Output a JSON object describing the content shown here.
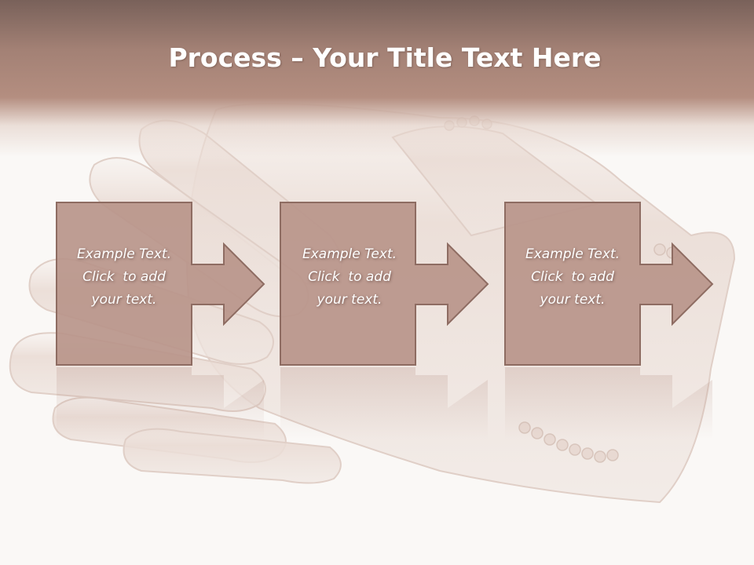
{
  "title": {
    "bold": "Process",
    "rest": " – Your Title Text Here"
  },
  "colors": {
    "box_fill": "#b9958a",
    "box_stroke": "#8e6c62",
    "header_dark": "#79615a",
    "header_mid": "#b48e80"
  },
  "steps": [
    {
      "line1": "Example Text.",
      "line2": "Click  to add",
      "line3": "your text."
    },
    {
      "line1": "Example Text.",
      "line2": "Click  to add",
      "line3": "your text."
    },
    {
      "line1": "Example Text.",
      "line2": "Click  to add",
      "line3": "your text."
    }
  ]
}
